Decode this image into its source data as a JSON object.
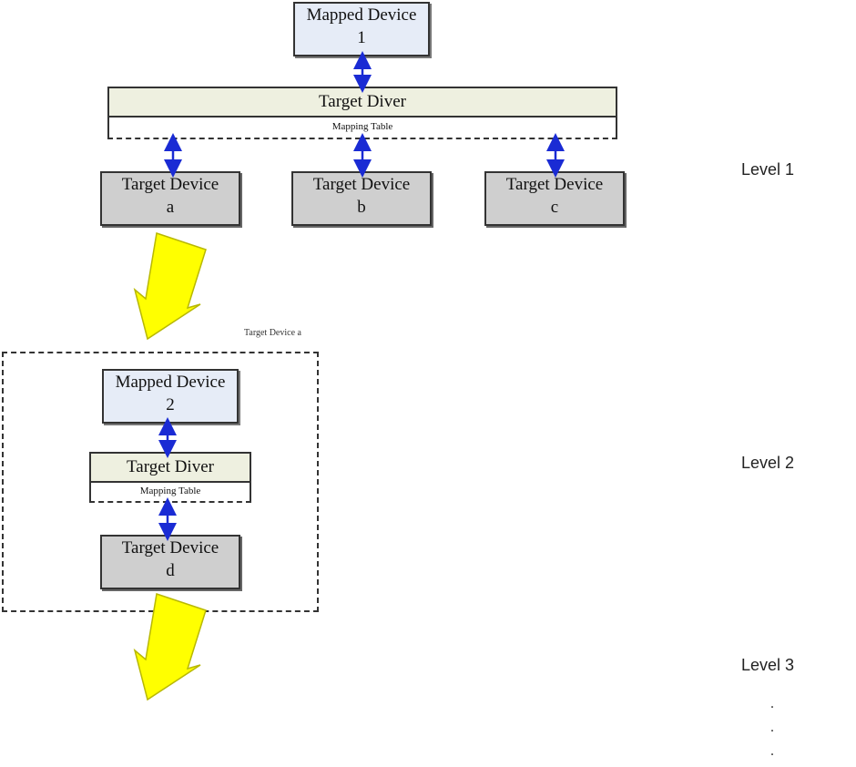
{
  "level1": {
    "mapped_device": {
      "line1": "Mapped Device",
      "line2": "1"
    },
    "driver": {
      "label": "Target  Diver",
      "table": "Mapping Table"
    },
    "target_devices": [
      {
        "line1": "Target Device",
        "line2": "a"
      },
      {
        "line1": "Target Device",
        "line2": "b"
      },
      {
        "line1": "Target Device",
        "line2": "c"
      }
    ],
    "level_label": "Level 1"
  },
  "level2": {
    "group_label": "Target Device a",
    "mapped_device": {
      "line1": "Mapped Device",
      "line2": "2"
    },
    "driver": {
      "label": "Target  Diver",
      "table": "Mapping Table"
    },
    "target_device": {
      "line1": "Target Device",
      "line2": "d"
    },
    "level_label": "Level 2"
  },
  "level3": {
    "level_label": "Level 3"
  },
  "continuation_dots": [
    ".",
    ".",
    "."
  ],
  "colors": {
    "arrow_blue": "#1a2bd4",
    "expand_arrow": "#ffff00",
    "expand_arrow_edge": "#b8b800"
  }
}
